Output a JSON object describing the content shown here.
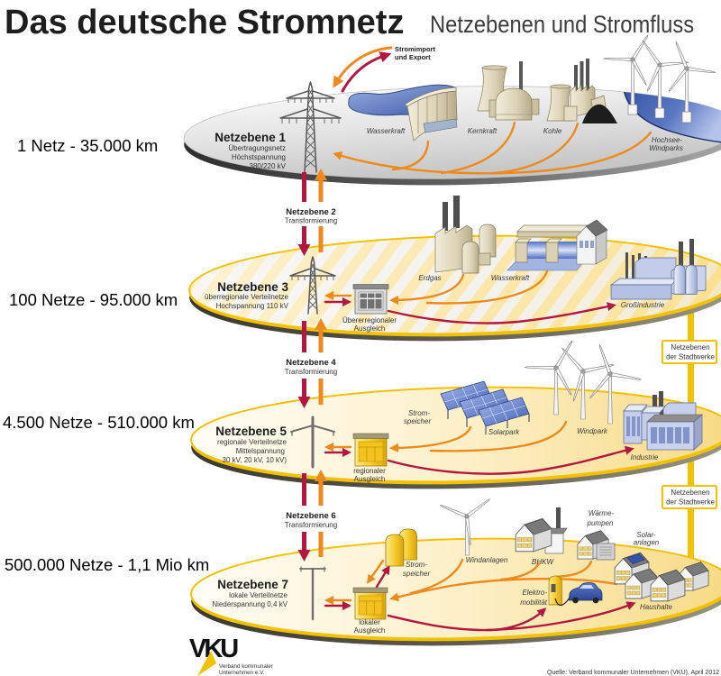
{
  "header": {
    "title": "Das deutsche Stromnetz",
    "subtitle": "Netzebenen und Stromfluss"
  },
  "grid_stats": [
    "1 Netz - 35.000 km",
    "100 Netze - 95.000 km",
    "4.500 Netze - 510.000 km",
    "500.000 Netze - 1,1 Mio km"
  ],
  "voltage_levels": {
    "ne1": {
      "title": "Netzebene 1",
      "lines": [
        "Übertragungsnetz",
        "Höchstspannung",
        "380/220 kV"
      ]
    },
    "ne2": {
      "title": "Netzebene 2",
      "desc": "Transformierung"
    },
    "ne3": {
      "title": "Netzebene 3",
      "lines": [
        "überregionale Verteilnetze",
        "Hochspannung 110 kV"
      ]
    },
    "ne4": {
      "title": "Netzebene 4",
      "desc": "Transformierung"
    },
    "ne5": {
      "title": "Netzebene 5",
      "lines": [
        "regionale Verteilnetze",
        "Mittelspannung",
        "30 kV, 20 kV, 10 kV)"
      ]
    },
    "ne6": {
      "title": "Netzebene 6",
      "desc": "Transformierung"
    },
    "ne7": {
      "title": "Netzebene 7",
      "lines": [
        "lokale Verteilnetze",
        "Niederspannung 0,4 kV"
      ]
    }
  },
  "ne1_items": {
    "import_export": [
      "Stromimport",
      "und Export"
    ],
    "hydro": "Wasserkraft",
    "nuclear": "Kernkraft",
    "coal": "Kohle",
    "offshore_wind": [
      "Hochsee-",
      "Windparks"
    ]
  },
  "ne3_items": {
    "gas": "Erdgas",
    "hydro": "Wasserkraft",
    "heavy_industry": "Großindustrie",
    "balancing": [
      "Übererregionaler",
      "Ausgleich"
    ]
  },
  "ne5_items": {
    "storage": [
      "Strom-",
      "speicher"
    ],
    "solar": "Solarpark",
    "wind": "Windpark",
    "industry": "Industrie",
    "balancing": [
      "regionaler",
      "Ausgleich"
    ]
  },
  "ne7_items": {
    "storage": [
      "Strom-",
      "speicher"
    ],
    "wind": "Windanlagen",
    "chp": "BHKW",
    "heat_pumps": [
      "Wärme-",
      "pumpen"
    ],
    "solar": [
      "Solar-",
      "anlagen"
    ],
    "emobility": [
      "Elektro-",
      "mobilität"
    ],
    "households": "Haushalte",
    "balancing": [
      "lokaler",
      "Ausgleich"
    ]
  },
  "stadtwerke_boxes": [
    [
      "Netzebenen",
      "der Stadtwerke"
    ],
    [
      "Netzebenen",
      "der Stadtwerke"
    ]
  ],
  "footer": {
    "logo_mark": "VKU",
    "logo_lines": [
      "Verband kommunaler",
      "Unternehmen e.V."
    ],
    "source": "Quelle: Verband kommunaler Unternehmen (VKU), April 2012"
  },
  "icons": {
    "ne1": [
      "transmission-tower-icon",
      "hydro-dam-icon",
      "nuclear-plant-icon",
      "coal-plant-icon",
      "offshore-wind-turbine-icon"
    ],
    "ne3": [
      "transmission-tower-icon",
      "substation-icon",
      "gas-power-plant-icon",
      "run-of-river-plant-icon",
      "heavy-industry-icon"
    ],
    "ne5": [
      "utility-pole-icon",
      "substation-icon",
      "solar-park-icon",
      "wind-turbine-icon",
      "industry-icon"
    ],
    "ne7": [
      "utility-pole-icon",
      "substation-icon",
      "power-storage-icon",
      "wind-turbine-icon",
      "chp-plant-icon",
      "heat-pump-house-icon",
      "households-icon",
      "charging-station-icon",
      "electric-car-icon"
    ]
  },
  "colors": {
    "flow_down": "#b3163f",
    "flow_up": "#ee8a1c",
    "accent": "#f2c200",
    "sea": "#2f4d9c",
    "plate_transmission": "#e4e4e4",
    "plate_distribution": "#fdf0c8"
  }
}
